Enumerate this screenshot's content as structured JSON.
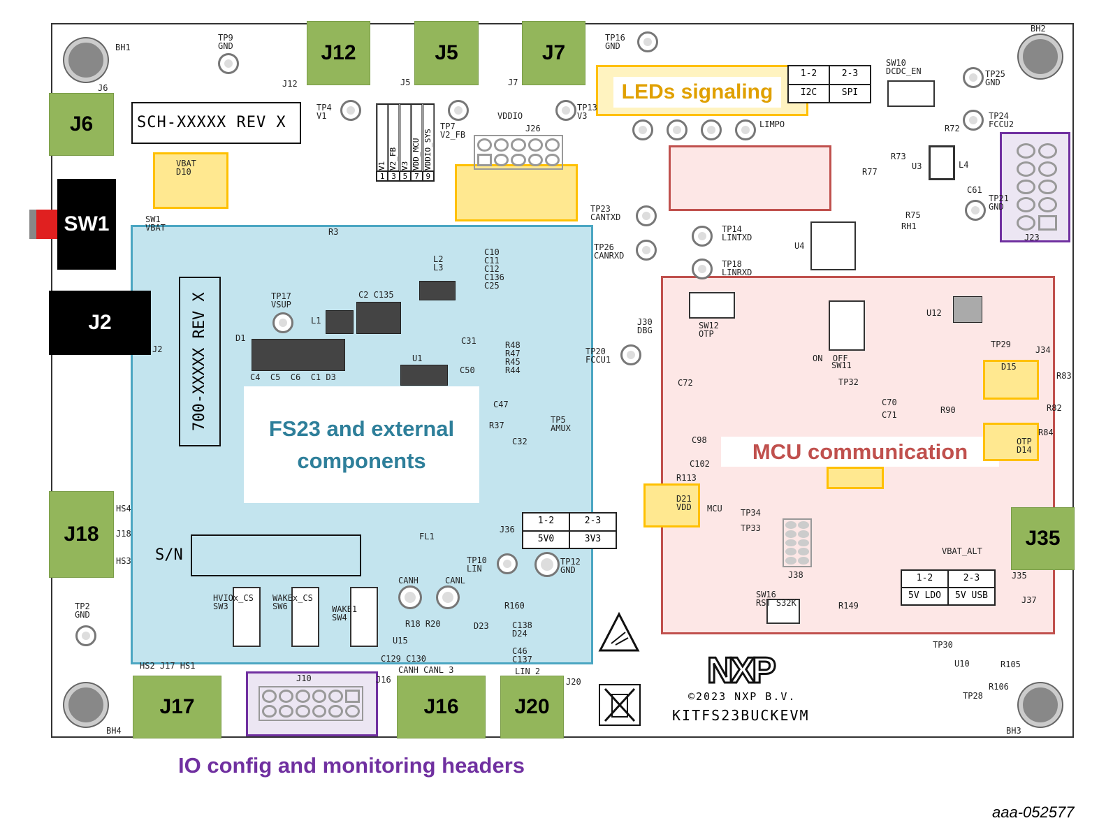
{
  "regions": {
    "fs23": {
      "label": "FS23 and external components",
      "color": "#2e7f9a",
      "fill": "#c3e4ee",
      "border": "#4ba6c2"
    },
    "mcu": {
      "label": "MCU communication",
      "color": "#c0504d",
      "fill": "#fde7e6",
      "border": "#c0504d"
    },
    "leds": {
      "label": "LEDs signaling",
      "color": "#e0a000",
      "border": "#ffc000"
    },
    "io": {
      "label": "IO config and monitoring headers",
      "color": "#7030a0",
      "border": "#7030a0"
    }
  },
  "connectors": {
    "j12": "J12",
    "j5": "J5",
    "j7": "J7",
    "j6": "J6",
    "j18": "J18",
    "j35": "J35",
    "j17": "J17",
    "j16": "J16",
    "j20": "J20",
    "j2": "J2",
    "sw1": "SW1"
  },
  "silk": {
    "sch": "SCH-XXXXX REV X",
    "pcb": "700-XXXXX REV X",
    "sn": "S/N",
    "copyright": "©2023 NXP B.V.",
    "board_name": "KITFS23BUCKEVM",
    "logo": "NXP",
    "figure_id": "aaa-052577"
  },
  "labels": [
    "BH1",
    "BH2",
    "BH3",
    "BH4",
    "TP9\nGND",
    "TP4\nV1",
    "TP7\nV2_FB",
    "TP13\nV3",
    "TP16\nGND",
    "TP25\nGND",
    "TP24\nFCCU2",
    "TP21\nGND",
    "TP23\nCANTXD",
    "TP26\nCANRXD",
    "TP14\nLINTXD",
    "TP18\nLINRXD",
    "TP17\nVSUP",
    "TP20\nFCCU1",
    "TP5\nAMUX",
    "TP10\nLIN",
    "TP12\nGND",
    "TP2\nGND",
    "TP34",
    "TP33",
    "TP30",
    "TP28",
    "TP29",
    "SW10\nDCDC_EN",
    "VDDIO",
    "J26",
    "SW12\nOTP",
    "J30\nDBG",
    "SW11",
    "J38",
    "SW16\nRST S32K",
    "J37",
    "VBAT_ALT",
    "J35",
    "MCU",
    "U1",
    "U3",
    "U4",
    "U10",
    "U12",
    "U15",
    "FL1",
    "L1",
    "L2\nL3",
    "D1",
    "VBAT\nD10",
    "SW1\nVBAT",
    "CANH",
    "CANL",
    "LIMPO",
    "J12",
    "J5",
    "J7",
    "J6",
    "J2",
    "J18",
    "J16",
    "J20",
    "HS4",
    "HS3",
    "HS2 J17 HS1",
    "HVIOx_CS\nSW3",
    "WAKEx_CS\nSW6",
    "WAKE1\nSW4",
    "J10",
    "R3",
    "C2 C135",
    "C4  C5  C6  C1 D3",
    "C10\nC11\nC12\nC136\nC25",
    "R48\nR47\nR45\nR44",
    "C47",
    "R37",
    "C32",
    "C50",
    "C31",
    "ON  OFF",
    "J34",
    "J23",
    "R73",
    "L4",
    "C61",
    "R72",
    "R75",
    "RH1",
    "R77",
    "R105",
    "R106",
    "C72",
    "C98",
    "C102",
    "R113",
    "D21\nVDD",
    "R149",
    "R82",
    "R84",
    "R83",
    "D15",
    "OTP\nD14",
    "R90",
    "C70",
    "C71",
    "TP32",
    "R160",
    "C138\nD24",
    "C46\nC137",
    "C129 C130",
    "CANH CANL 3",
    "LIN 2",
    "R18 R20",
    "D23",
    "J36"
  ],
  "tables": {
    "j28": [
      "1-2",
      "2-3",
      "I2C",
      "SPI"
    ],
    "j36": [
      "1-2",
      "2-3",
      "5V0",
      "3V3"
    ],
    "j37": [
      "1-2",
      "2-3",
      "5V LDO",
      "5V USB"
    ]
  },
  "j26_cols": [
    "V1",
    "V2_FB",
    "V3",
    "VDD_MCU",
    "VDDIO_SYS"
  ],
  "j26_pins": [
    "1",
    "3",
    "5",
    "7",
    "9"
  ],
  "icons": [
    "mounting-hole",
    "test-point",
    "esd-warning-icon",
    "weee-bin-icon",
    "nxp-logo"
  ]
}
